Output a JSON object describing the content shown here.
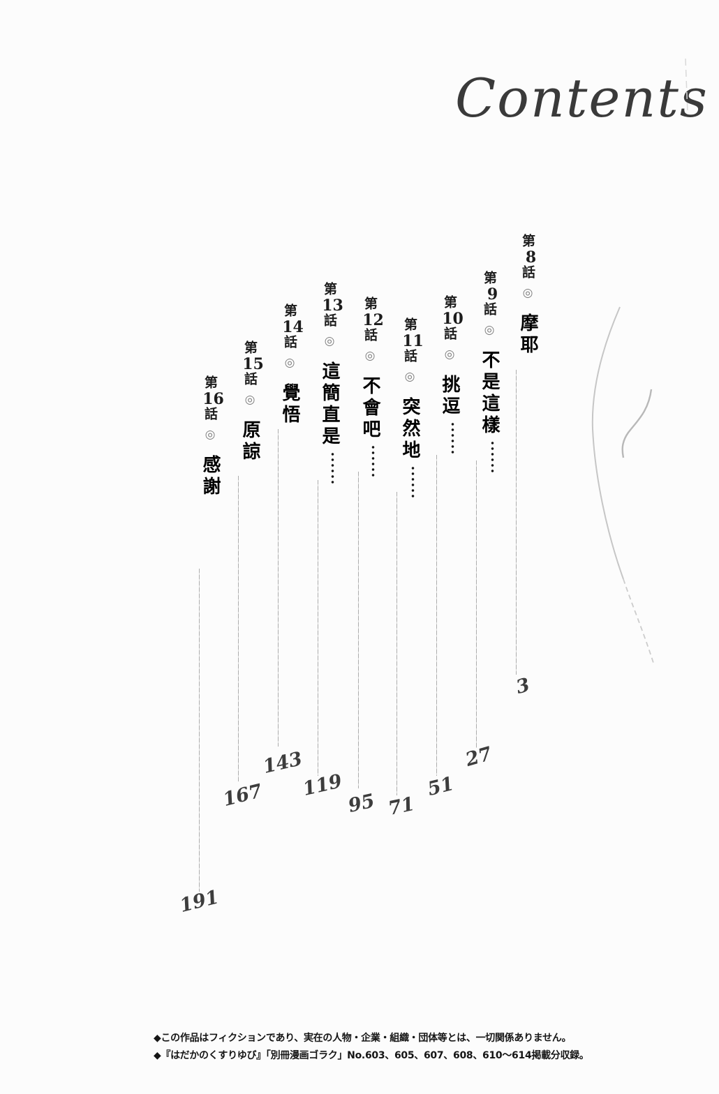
{
  "page_title": "Contents",
  "toc": {
    "entries": [
      {
        "chapter_prefix": "第",
        "chapter_number": "8",
        "chapter_suffix": "話",
        "bullet": "◎",
        "title": "摩耶",
        "page": "3"
      },
      {
        "chapter_prefix": "第",
        "chapter_number": "9",
        "chapter_suffix": "話",
        "bullet": "◎",
        "title": "不是這樣……",
        "page": "27"
      },
      {
        "chapter_prefix": "第",
        "chapter_number": "10",
        "chapter_suffix": "話",
        "bullet": "◎",
        "title": "挑逗……",
        "page": "51"
      },
      {
        "chapter_prefix": "第",
        "chapter_number": "11",
        "chapter_suffix": "話",
        "bullet": "◎",
        "title": "突然地……",
        "page": "71"
      },
      {
        "chapter_prefix": "第",
        "chapter_number": "12",
        "chapter_suffix": "話",
        "bullet": "◎",
        "title": "不會吧……",
        "page": "95"
      },
      {
        "chapter_prefix": "第",
        "chapter_number": "13",
        "chapter_suffix": "話",
        "bullet": "◎",
        "title": "這簡直是……",
        "page": "119"
      },
      {
        "chapter_prefix": "第",
        "chapter_number": "14",
        "chapter_suffix": "話",
        "bullet": "◎",
        "title": "覺悟",
        "page": "143"
      },
      {
        "chapter_prefix": "第",
        "chapter_number": "15",
        "chapter_suffix": "話",
        "bullet": "◎",
        "title": "原諒",
        "page": "167"
      },
      {
        "chapter_prefix": "第",
        "chapter_number": "16",
        "chapter_suffix": "話",
        "bullet": "◎",
        "title": "感謝",
        "page": "191"
      }
    ]
  },
  "footer": {
    "disclaimer": "◆この作品はフィクションであり、実在の人物・企業・組織・団体等とは、一切関係ありません。",
    "source_note": "◆『はだかのくすりゆび』「別冊漫画ゴラク」No.603、605、607、608、610〜614掲載分収録。"
  }
}
